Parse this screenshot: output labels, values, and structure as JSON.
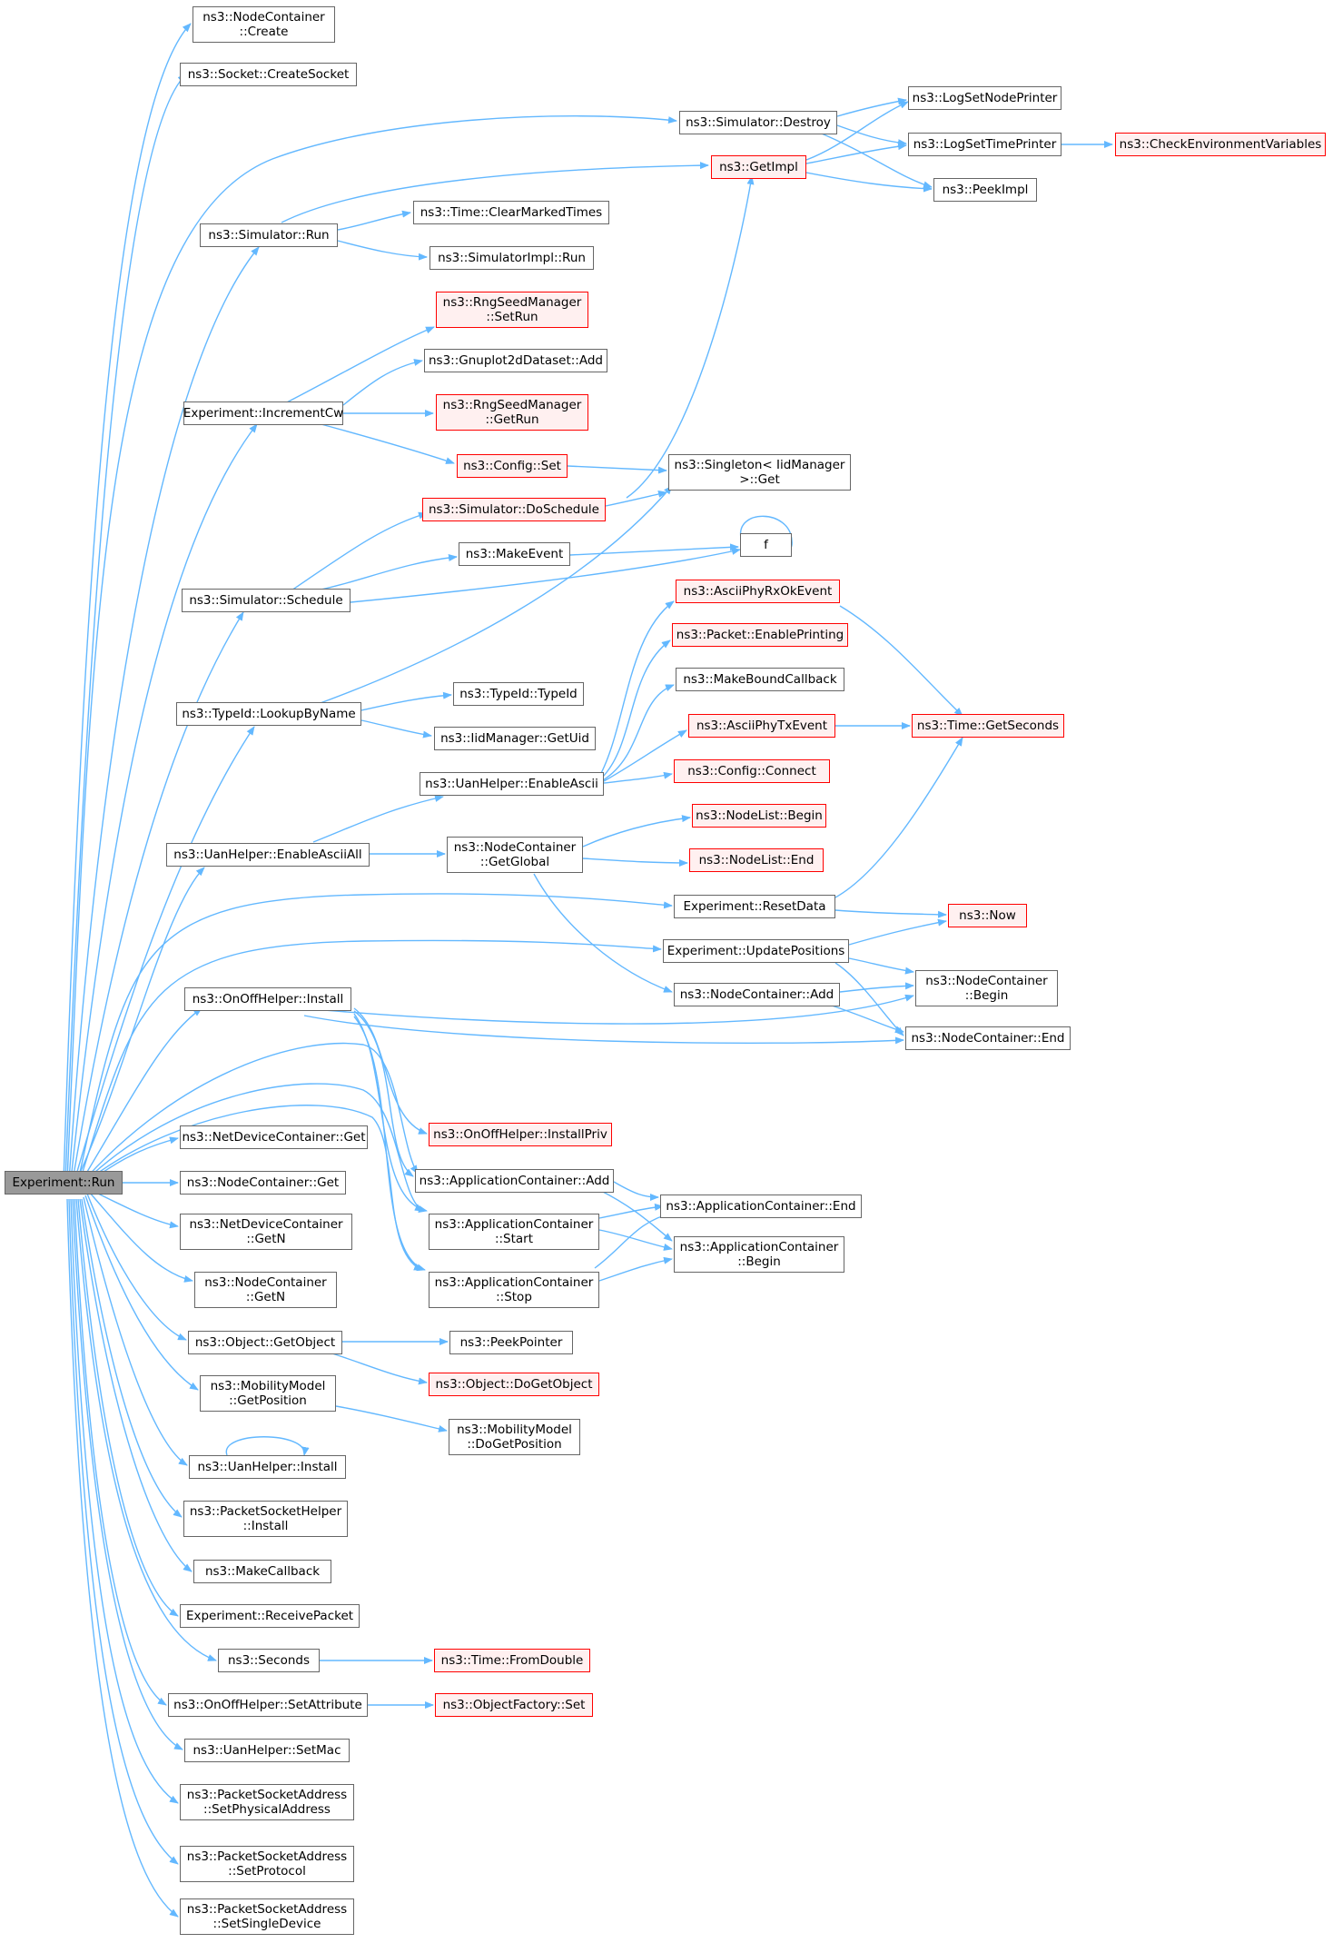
{
  "colors": {
    "edge": "#63b8ff",
    "border": "#666666",
    "red_border": "#ff0000",
    "red_fill": "#fff0f0",
    "root_fill": "#999999"
  },
  "nodes": {
    "n_run": [
      "Experiment::Run"
    ],
    "n_nc_create": [
      "ns3::NodeContainer",
      "::Create"
    ],
    "n_create_socket": [
      "ns3::Socket::CreateSocket"
    ],
    "n_sim_destroy": [
      "ns3::Simulator::Destroy"
    ],
    "n_log_node_printer": [
      "ns3::LogSetNodePrinter"
    ],
    "n_log_time_printer": [
      "ns3::LogSetTimePrinter"
    ],
    "n_check_env": [
      "ns3::CheckEnvironmentVariables"
    ],
    "n_getimpl": [
      "ns3::GetImpl"
    ],
    "n_peekimpl": [
      "ns3::PeekImpl"
    ],
    "n_sim_run": [
      "ns3::Simulator::Run"
    ],
    "n_clear_marked": [
      "ns3::Time::ClearMarkedTimes"
    ],
    "n_simimpl_run": [
      "ns3::SimulatorImpl::Run"
    ],
    "n_rng_setrun": [
      "ns3::RngSeedManager",
      "::SetRun"
    ],
    "n_gnuplot_add": [
      "ns3::Gnuplot2dDataset::Add"
    ],
    "n_increment_cw": [
      "Experiment::IncrementCw"
    ],
    "n_rng_getrun": [
      "ns3::RngSeedManager",
      "::GetRun"
    ],
    "n_config_set": [
      "ns3::Config::Set"
    ],
    "n_singleton_get": [
      "ns3::Singleton< IidManager",
      " >::Get"
    ],
    "n_sim_doschedule": [
      "ns3::Simulator::DoSchedule"
    ],
    "n_make_event": [
      "ns3::MakeEvent"
    ],
    "n_f": [
      "f"
    ],
    "n_sim_schedule": [
      "ns3::Simulator::Schedule"
    ],
    "n_ascii_rx_ok": [
      "ns3::AsciiPhyRxOkEvent"
    ],
    "n_packet_enable_printing": [
      "ns3::Packet::EnablePrinting"
    ],
    "n_make_bound_cb": [
      "ns3::MakeBoundCallback"
    ],
    "n_typeid_typeid": [
      "ns3::TypeId::TypeId"
    ],
    "n_lookup_by_name": [
      "ns3::TypeId::LookupByName"
    ],
    "n_ascii_tx": [
      "ns3::AsciiPhyTxEvent"
    ],
    "n_time_getseconds": [
      "ns3::Time::GetSeconds"
    ],
    "n_iid_getuid": [
      "ns3::IidManager::GetUid"
    ],
    "n_uan_enable_ascii": [
      "ns3::UanHelper::EnableAscii"
    ],
    "n_config_connect": [
      "ns3::Config::Connect"
    ],
    "n_nodelist_begin": [
      "ns3::NodeList::Begin"
    ],
    "n_uan_enable_ascii_all": [
      "ns3::UanHelper::EnableAsciiAll"
    ],
    "n_nc_getglobal": [
      "ns3::NodeContainer",
      "::GetGlobal"
    ],
    "n_nodelist_end": [
      "ns3::NodeList::End"
    ],
    "n_reset_data": [
      "Experiment::ResetData"
    ],
    "n_now": [
      "ns3::Now"
    ],
    "n_update_positions": [
      "Experiment::UpdatePositions"
    ],
    "n_onoff_install": [
      "ns3::OnOffHelper::Install"
    ],
    "n_nc_begin": [
      "ns3::NodeContainer",
      "::Begin"
    ],
    "n_nc_add": [
      "ns3::NodeContainer::Add"
    ],
    "n_nc_end": [
      "ns3::NodeContainer::End"
    ],
    "n_onoff_install_priv": [
      "ns3::OnOffHelper::InstallPriv"
    ],
    "n_ndc_get": [
      "ns3::NetDeviceContainer::Get"
    ],
    "n_ac_add": [
      "ns3::ApplicationContainer::Add"
    ],
    "n_nc_get": [
      "ns3::NodeContainer::Get"
    ],
    "n_ac_end": [
      "ns3::ApplicationContainer::End"
    ],
    "n_ndc_getn": [
      "ns3::NetDeviceContainer",
      "::GetN"
    ],
    "n_ac_start": [
      "ns3::ApplicationContainer",
      "::Start"
    ],
    "n_ac_begin": [
      "ns3::ApplicationContainer",
      "::Begin"
    ],
    "n_nc_getn": [
      "ns3::NodeContainer",
      "::GetN"
    ],
    "n_ac_stop": [
      "ns3::ApplicationContainer",
      "::Stop"
    ],
    "n_object_getobject": [
      "ns3::Object::GetObject"
    ],
    "n_peek_pointer": [
      "ns3::PeekPointer"
    ],
    "n_object_dogetobject": [
      "ns3::Object::DoGetObject"
    ],
    "n_mobility_getposition": [
      "ns3::MobilityModel",
      "::GetPosition"
    ],
    "n_mobility_dogetposition": [
      "ns3::MobilityModel",
      "::DoGetPosition"
    ],
    "n_uan_install": [
      "ns3::UanHelper::Install"
    ],
    "n_psh_install": [
      "ns3::PacketSocketHelper",
      "::Install"
    ],
    "n_make_callback": [
      "ns3::MakeCallback"
    ],
    "n_receive_packet": [
      "Experiment::ReceivePacket"
    ],
    "n_seconds": [
      "ns3::Seconds"
    ],
    "n_time_fromdouble": [
      "ns3::Time::FromDouble"
    ],
    "n_onoff_setattribute": [
      "ns3::OnOffHelper::SetAttribute"
    ],
    "n_objectfactory_set": [
      "ns3::ObjectFactory::Set"
    ],
    "n_uan_setmac": [
      "ns3::UanHelper::SetMac"
    ],
    "n_psa_setphysical": [
      "ns3::PacketSocketAddress",
      "::SetPhysicalAddress"
    ],
    "n_psa_setprotocol": [
      "ns3::PacketSocketAddress",
      "::SetProtocol"
    ],
    "n_psa_setsingle": [
      "ns3::PacketSocketAddress",
      "::SetSingleDevice"
    ]
  }
}
